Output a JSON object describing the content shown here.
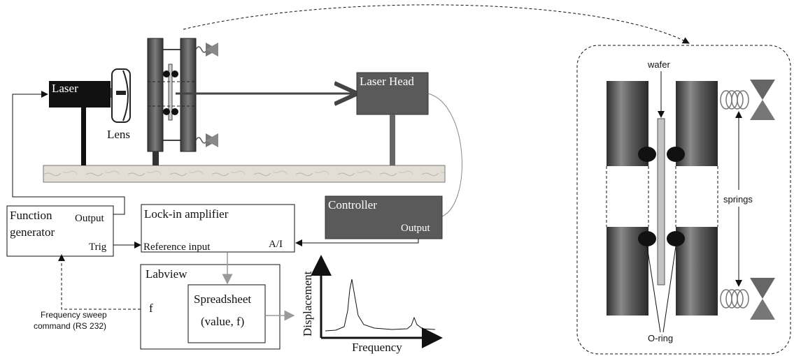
{
  "labels": {
    "laser": "Laser",
    "lens": "Lens",
    "laser_head": "Laser Head",
    "controller": "Controller",
    "controller_output": "Output",
    "function_generator_line1": "Function",
    "function_generator_line2": "generator",
    "fg_output": "Output",
    "fg_trig": "Trig",
    "lockin": "Lock-in amplifier",
    "reference_input": "Reference input",
    "ai": "A/I",
    "labview": "Labview",
    "f": "f",
    "spreadsheet": "Spreadsheet",
    "value_f": "(value, f)",
    "sweep_line1": "Frequency sweep",
    "sweep_line2": "command (RS 232)",
    "y_axis": "Displacement",
    "x_axis": "Frequency",
    "wafer": "wafer",
    "springs": "springs",
    "oring": "O-ring"
  },
  "colors": {
    "laser_body": "#111111",
    "dark_box": "#5a5a5a",
    "cylinder": "#4a4a4a",
    "wafer": "#c4c4c4"
  }
}
